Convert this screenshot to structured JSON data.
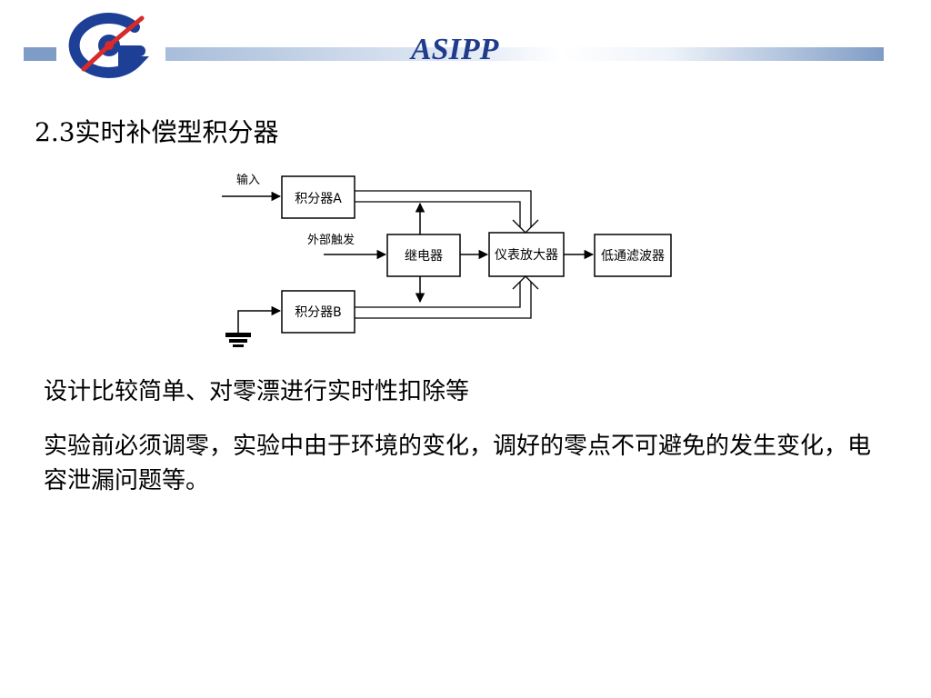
{
  "header": {
    "brand": "ASIPP",
    "logo_icon": "asipp-logo-icon",
    "colors": {
      "brand_text": "#1f3b8c",
      "logo_blue": "#1d3f96",
      "logo_red": "#d82a2a",
      "band": "#7f9cc6"
    }
  },
  "slide": {
    "title": "2.3实时补偿型积分器",
    "paragraph1": "设计比较简单、对零漂进行实时性扣除等",
    "paragraph2": "实验前必须调零，实验中由于环境的变化，调好的零点不可避免的发生变化，电容泄漏问题等。"
  },
  "diagram": {
    "input_label": "输入",
    "trigger_label": "外部触发",
    "integrator_a": "积分器A",
    "integrator_b": "积分器B",
    "relay": "继电器",
    "instrument_amp": "仪表放大器",
    "lowpass_filter": "低通滤波器",
    "ground_icon": "ground-icon"
  }
}
